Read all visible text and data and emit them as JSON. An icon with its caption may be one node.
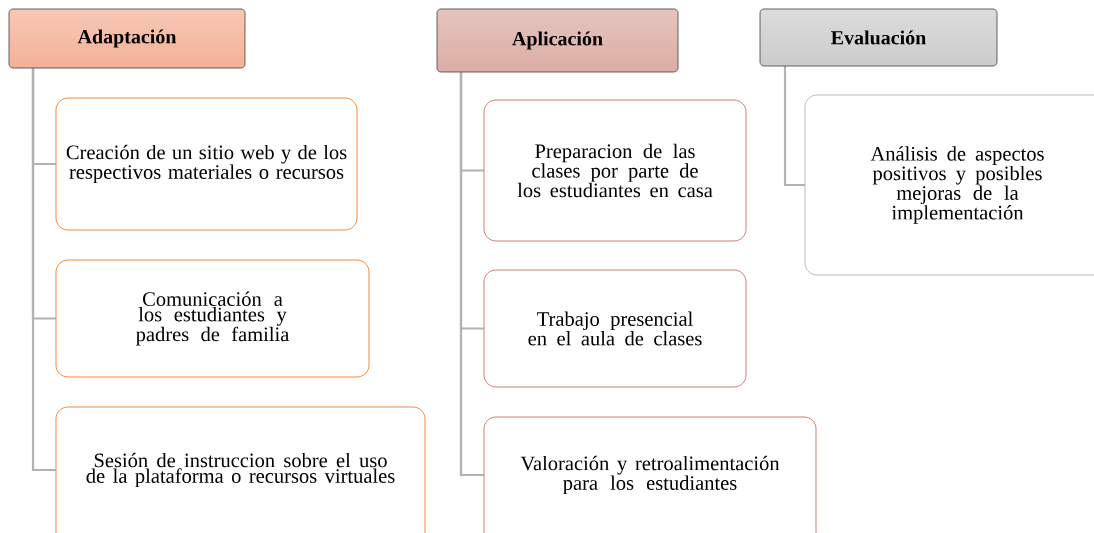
{
  "diagram": {
    "nodes": [
      {
        "text": [
          "Adaptación"
        ]
      },
      {
        "text": [
          "Aplicación"
        ]
      },
      {
        "text": [
          "Evaluación"
        ]
      },
      {
        "text": [
          "Creación de un sitio web y de los respectivos materiales o recursos"
        ]
      },
      {
        "text": [
          "Comunicación a los estudiantes y padres de familia"
        ]
      },
      {
        "text": [
          "Sesión de instruccion sobre el uso de la plataforma o recursos virtuales"
        ]
      },
      {
        "text": [
          "Preparacion de las clases por parte de los estudiantes en casa"
        ]
      },
      {
        "text": [
          "Trabajo presencial en el aula de clases"
        ]
      },
      {
        "text": [
          "Valoración y retroalimentación para los estudiantes"
        ]
      },
      {
        "text": [
          "Análisis de aspectos positivos y posibles mejoras de la implementación"
        ]
      }
    ],
    "edges": [
      {
        "from": 0,
        "to": 3,
        "arrow": "none"
      },
      {
        "from": 0,
        "to": 4,
        "arrow": "none"
      },
      {
        "from": 0,
        "to": 5,
        "arrow": "none"
      },
      {
        "from": 1,
        "to": 6,
        "arrow": "none"
      },
      {
        "from": 1,
        "to": 7,
        "arrow": "none"
      },
      {
        "from": 1,
        "to": 8,
        "arrow": "none"
      },
      {
        "from": 2,
        "to": 9,
        "arrow": "none"
      }
    ]
  }
}
